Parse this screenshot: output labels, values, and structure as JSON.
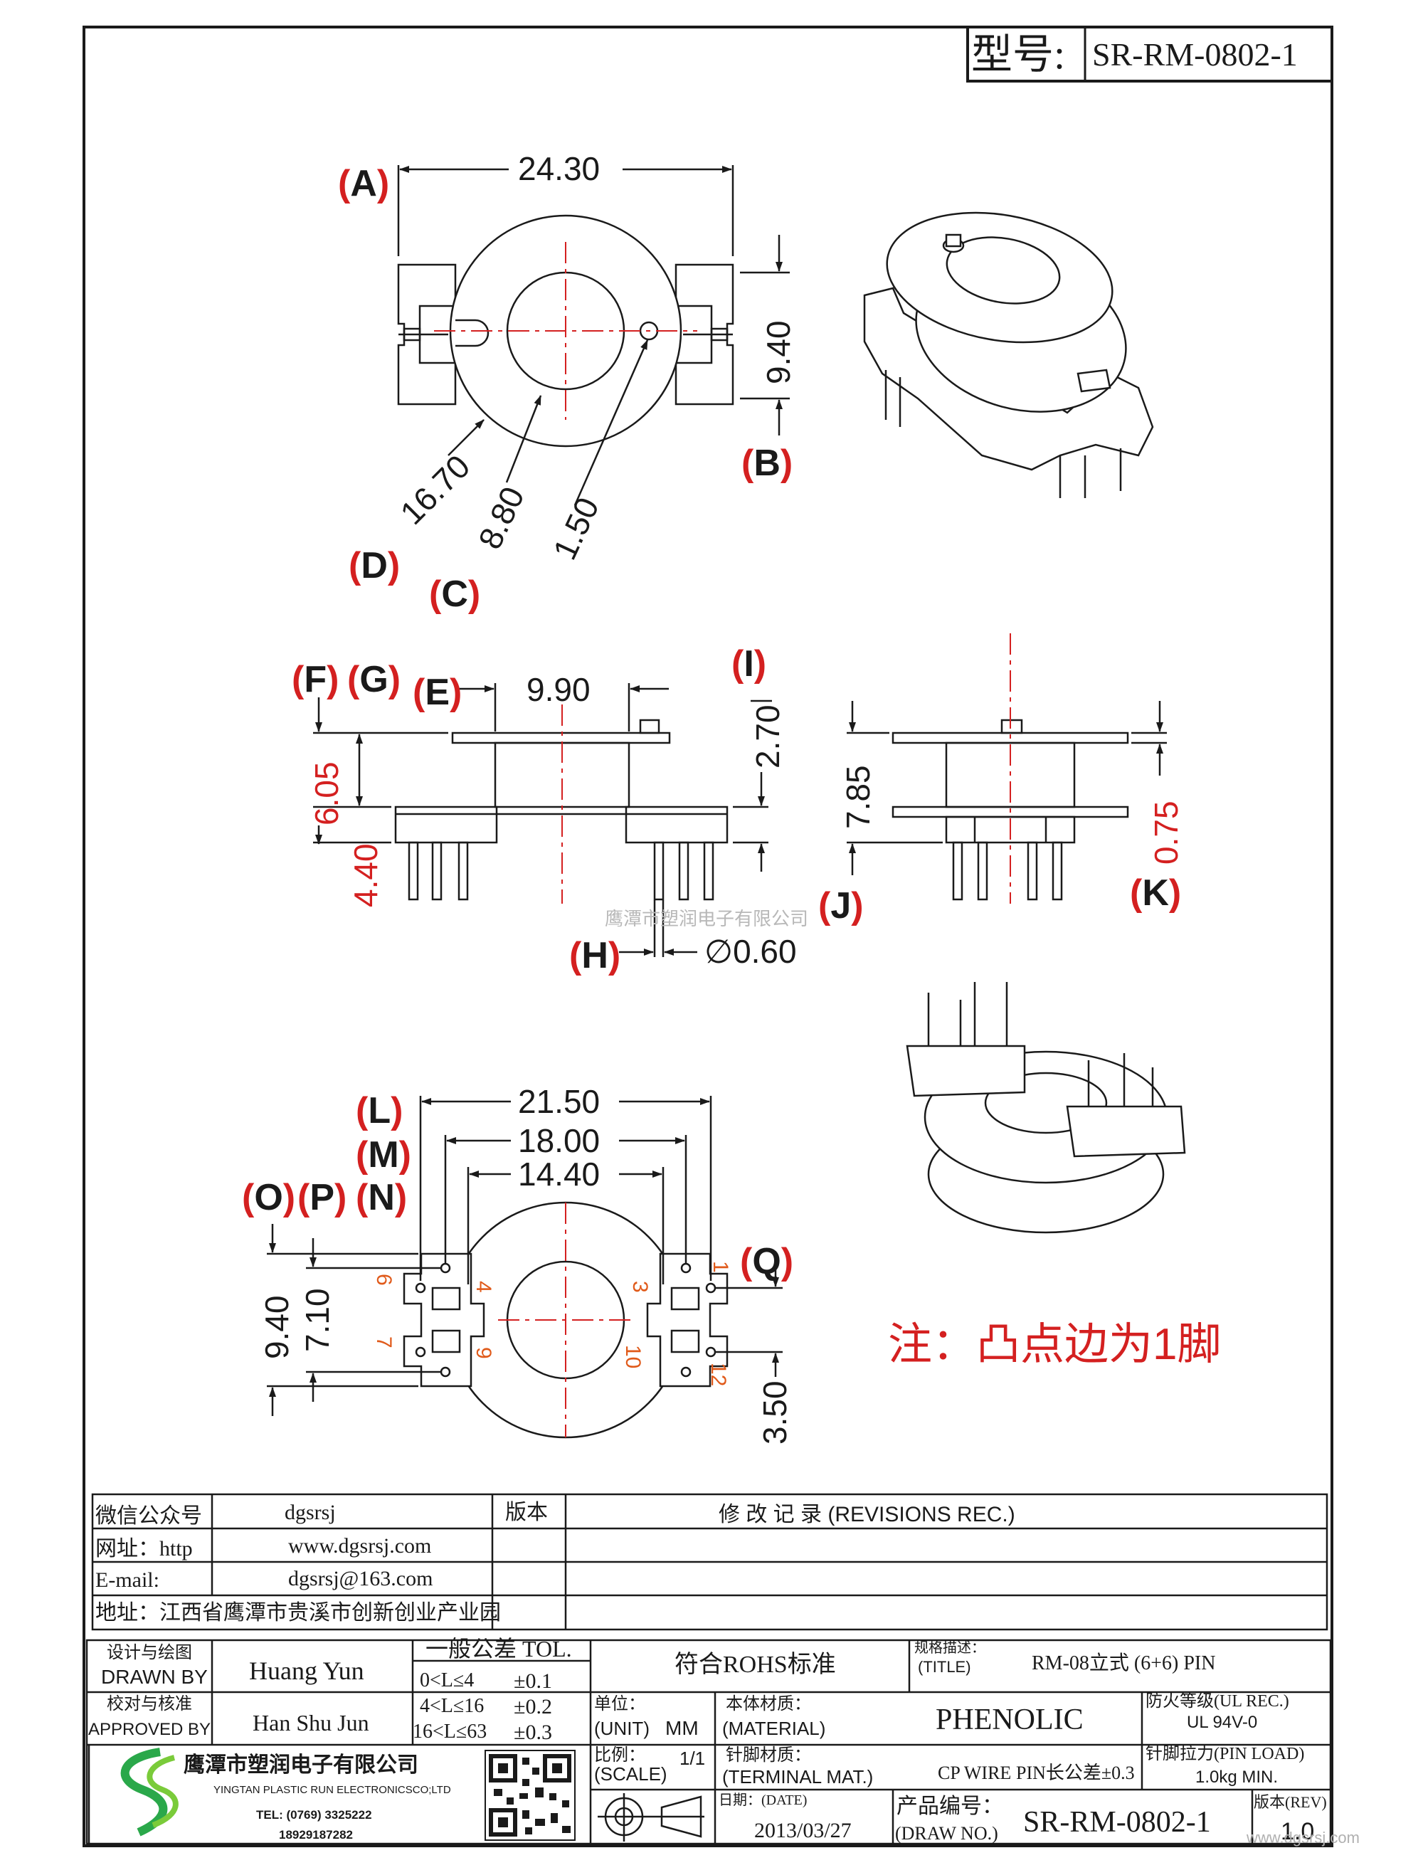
{
  "header": {
    "model_label": "型号:",
    "model_value": "SR-RM-0802-1"
  },
  "top_view": {
    "dim_width": "24.30",
    "dim_height": "9.40",
    "dim_outer_dia": "16.70",
    "dim_inner_dia": "8.80",
    "dim_hole_dia": "1.50",
    "label_a": "A",
    "label_b": "B",
    "label_c": "C",
    "label_d": "D"
  },
  "side_view": {
    "dim_flange": "9.90",
    "dim_top": "2.70",
    "dim_body": "6.05",
    "dim_base": "4.40",
    "dim_pin_dia": "∅0.60",
    "label_e": "E",
    "label_f": "F",
    "label_g": "G",
    "label_h": "H",
    "label_i": "I"
  },
  "front_view": {
    "dim_height": "7.85",
    "dim_flange_t": "0.75",
    "label_j": "J",
    "label_k": "K"
  },
  "watermark": "鹰潭市塑润电子有限公司",
  "bottom_view": {
    "dim_outer": "21.50",
    "dim_mid": "18.00",
    "dim_inner": "14.40",
    "dim_height_outer": "9.40",
    "dim_height_inner": "7.10",
    "dim_pin_pitch": "3.50",
    "label_l": "L",
    "label_m": "M",
    "label_n": "N",
    "label_o": "O",
    "label_p": "P",
    "label_q": "Q",
    "pin_numbers": [
      "6",
      "4",
      "7",
      "9",
      "3",
      "1",
      "10",
      "12"
    ]
  },
  "note": "注：凸点边为1脚",
  "info_table": {
    "wechat_label": "微信公众号",
    "wechat_value": "dgsrsj",
    "site_label": "网址：http",
    "site_value": "www.dgsrsj.com",
    "email_label": "E-mail:",
    "email_value": "dgsrsj@163.com",
    "addr_label": "地址：江西省鹰潭市贵溪市创新创业产业园",
    "version_header": "版本",
    "revisions_header": "修 改 记 录  (REVISIONS REC.)"
  },
  "title_block": {
    "drawn_cn": "设计与绘图",
    "drawn_en": "DRAWN BY",
    "drawn_name": "Huang Yun",
    "approved_cn": "校对与核准",
    "approved_en": "APPROVED BY",
    "approved_name": "Han Shu Jun",
    "tol_header": "一般公差 TOL.",
    "tol_rows": [
      {
        "range": "0<L≤4",
        "value": "±0.1"
      },
      {
        "range": "4<L≤16",
        "value": "±0.2"
      },
      {
        "range": "16<L≤63",
        "value": "±0.3"
      }
    ],
    "rohs": "符合ROHS标准",
    "title_cn": "规格描述：",
    "title_en": "(TITLE)",
    "title_value": "RM-08立式 (6+6) PIN",
    "unit_cn": "单位：",
    "unit_en": "(UNIT)",
    "unit_value": "MM",
    "material_cn": "本体材质：",
    "material_en": "(MATERIAL)",
    "material_value": "PHENOLIC",
    "fire_cn": "防火等级(UL REC.)",
    "fire_value": "UL 94V-0",
    "scale_cn": "比例：",
    "scale_en": "(SCALE)",
    "scale_value": "1/1",
    "terminal_cn": "针脚材质：",
    "terminal_en": "(TERMINAL MAT.)",
    "terminal_value": "CP WIRE",
    "pin_tol": "PIN长公差±0.3",
    "pin_load_cn": "针脚拉力(PIN LOAD)",
    "pin_load_value": "1.0kg MIN.",
    "date_cn": "日期：(DATE)",
    "date_value": "2013/03/27",
    "drawing_no_cn": "产品编号：",
    "drawing_no_en": "(DRAW NO.)",
    "drawing_no_value": "SR-RM-0802-1",
    "rev_label": "版本(REV)",
    "rev_value": "1.0",
    "company_cn": "鹰潭市塑润电子有限公司",
    "company_en": "YINGTAN PLASTIC RUN ELECTRONICSCO;LTD",
    "tel": "TEL: (0769) 3325222",
    "mobile": "18929187282",
    "footer_site": "www.dgsrsj.com"
  },
  "colors": {
    "red_label": "#d42020",
    "red_pin": "#e05a1a",
    "line": "#1a1a1a"
  }
}
